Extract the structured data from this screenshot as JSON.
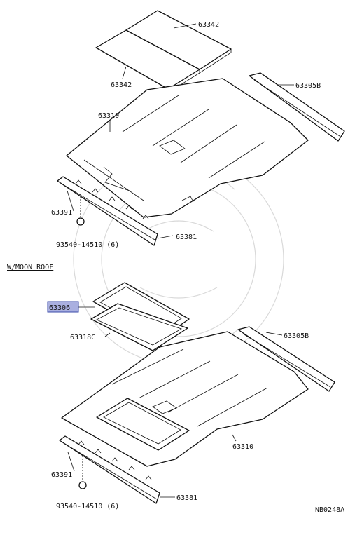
{
  "labels": {
    "sunshade_panel_upper": "63342",
    "sunshade_panel_lower": "63342",
    "headlining_top": "63310",
    "rail_top": "63305B",
    "front_trim_top": "63391",
    "clip_top": "93540-14510 (6)",
    "retainer_top": "63381",
    "section_heading": "W/MOON ROOF",
    "sunroof_trim": "63306",
    "sunroof_seal": "63318C",
    "rail_bottom": "63305B",
    "headlining_bottom": "63310",
    "front_trim_bottom": "63391",
    "clip_bottom": "93540-14510 (6)",
    "retainer_bottom": "63381",
    "diagram_code": "NB0248A"
  },
  "highlight": {
    "part_number": "63306",
    "color": "#aab0e0"
  }
}
